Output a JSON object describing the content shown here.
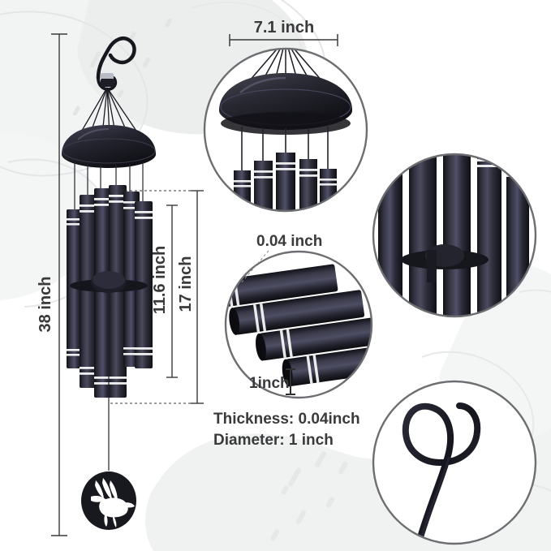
{
  "product": {
    "name": "wind-chime",
    "overall_height_label": "38 inch",
    "tube_length_label": "11.6 inch",
    "chime_span_label": "17 inch",
    "top_diameter_label": "7.1 inch",
    "thickness_callout": "0.04 inch",
    "tube_diameter_callout": "1inch"
  },
  "specs": {
    "thickness_line": "Thickness: 0.04inch",
    "diameter_line": "Diameter: 1 inch"
  },
  "colors": {
    "background": "#ffffff",
    "blob_light": "#f1f2f2",
    "blob_outline": "#e6e7e8",
    "metal_dark": "#1b1b22",
    "metal_mid": "#2e2e3a",
    "metal_light": "#4a4a5c",
    "band_white": "#ffffff",
    "text": "#3a3a3c",
    "dim_line": "#3a3a3c",
    "circle_stroke": "#6d6e71"
  },
  "details": [
    {
      "id": "top-cap-detail",
      "name": "dome-cap-closeup"
    },
    {
      "id": "tubes-detail",
      "name": "tubes-and-striker-closeup"
    },
    {
      "id": "tube-ends-detail",
      "name": "tube-ends-closeup"
    },
    {
      "id": "hook-detail",
      "name": "s-hook-closeup"
    }
  ]
}
